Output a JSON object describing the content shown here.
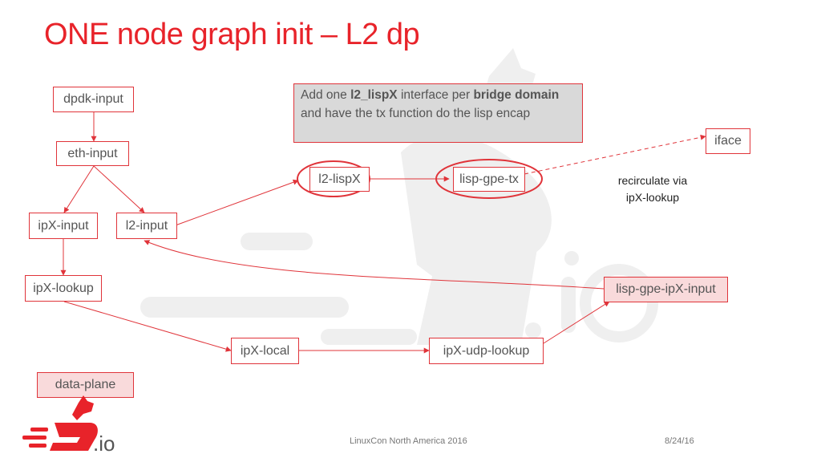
{
  "title": "ONE node graph init – L2 dp",
  "callout": {
    "text_1": "Add one ",
    "bold_1": "l2_lispX",
    "text_2": " interface per ",
    "bold_2": "bridge domain",
    "text_3": " and have the tx function do the lisp encap"
  },
  "nodes": {
    "dpdk_input": "dpdk-input",
    "eth_input": "eth-input",
    "ipx_input": "ipX-input",
    "l2_input": "l2-input",
    "ipx_lookup": "ipX-lookup",
    "l2_lispx": "l2-lispX",
    "lisp_gpe_tx": "lisp-gpe-tx",
    "iface": "iface",
    "lisp_gpe_ipx_input": "lisp-gpe-ipX-input",
    "ipx_local": "ipX-local",
    "ipx_udp_lookup": "ipX-udp-lookup",
    "data_plane": "data-plane"
  },
  "recirculate_note": {
    "line_1": "recirculate via",
    "line_2": "ipX-lookup"
  },
  "footer": {
    "conference": "LinuxCon North America 2016",
    "date": "8/24/16"
  },
  "logo": {
    "text": ".io"
  },
  "colors": {
    "accent": "#e8232a",
    "node_fill_highlight": "#f9dadb",
    "callout_fill": "#d9d9d9",
    "watermark": "#eeeeee"
  }
}
